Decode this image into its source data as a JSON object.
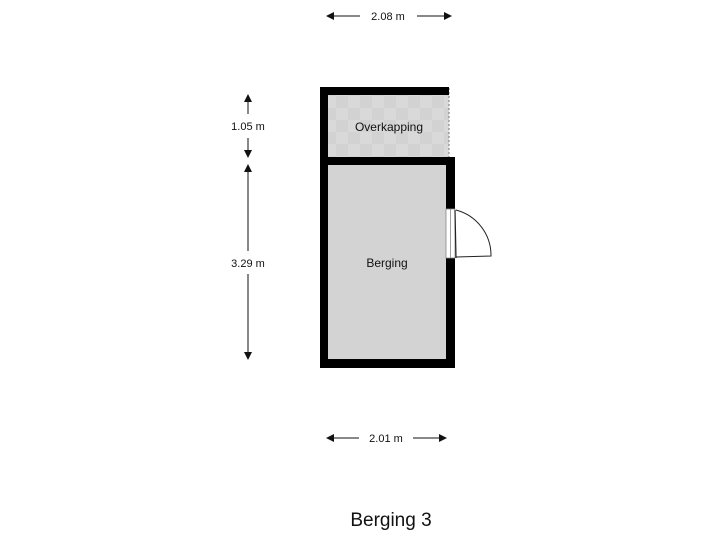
{
  "title": "Berging 3",
  "rooms": {
    "covered_area": "Overkapping",
    "storage": "Berging"
  },
  "dimensions": {
    "top_width": "2.08 m",
    "bottom_width": "2.01 m",
    "covered_depth": "1.05 m",
    "storage_depth": "3.29 m"
  },
  "colors": {
    "wall": "#000000",
    "floor": "#d3d3d3",
    "covered_floor": "#dcdcdc",
    "dimension_line": "#111111"
  }
}
